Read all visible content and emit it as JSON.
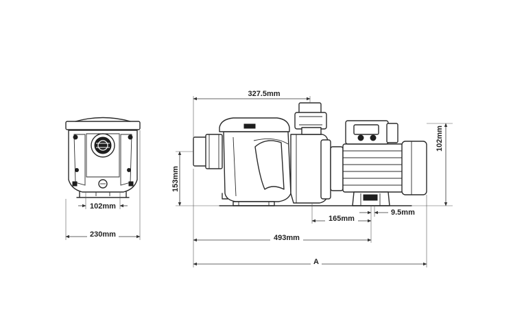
{
  "dimensions": {
    "top_length": "327.5mm",
    "height": "153mm",
    "motor_height": "102mm",
    "front_inlet_width": "102mm",
    "front_width": "230mm",
    "foot_spacing": "165mm",
    "foot_slot": "9.5mm",
    "base_length": "493mm",
    "overall_length": "A"
  }
}
